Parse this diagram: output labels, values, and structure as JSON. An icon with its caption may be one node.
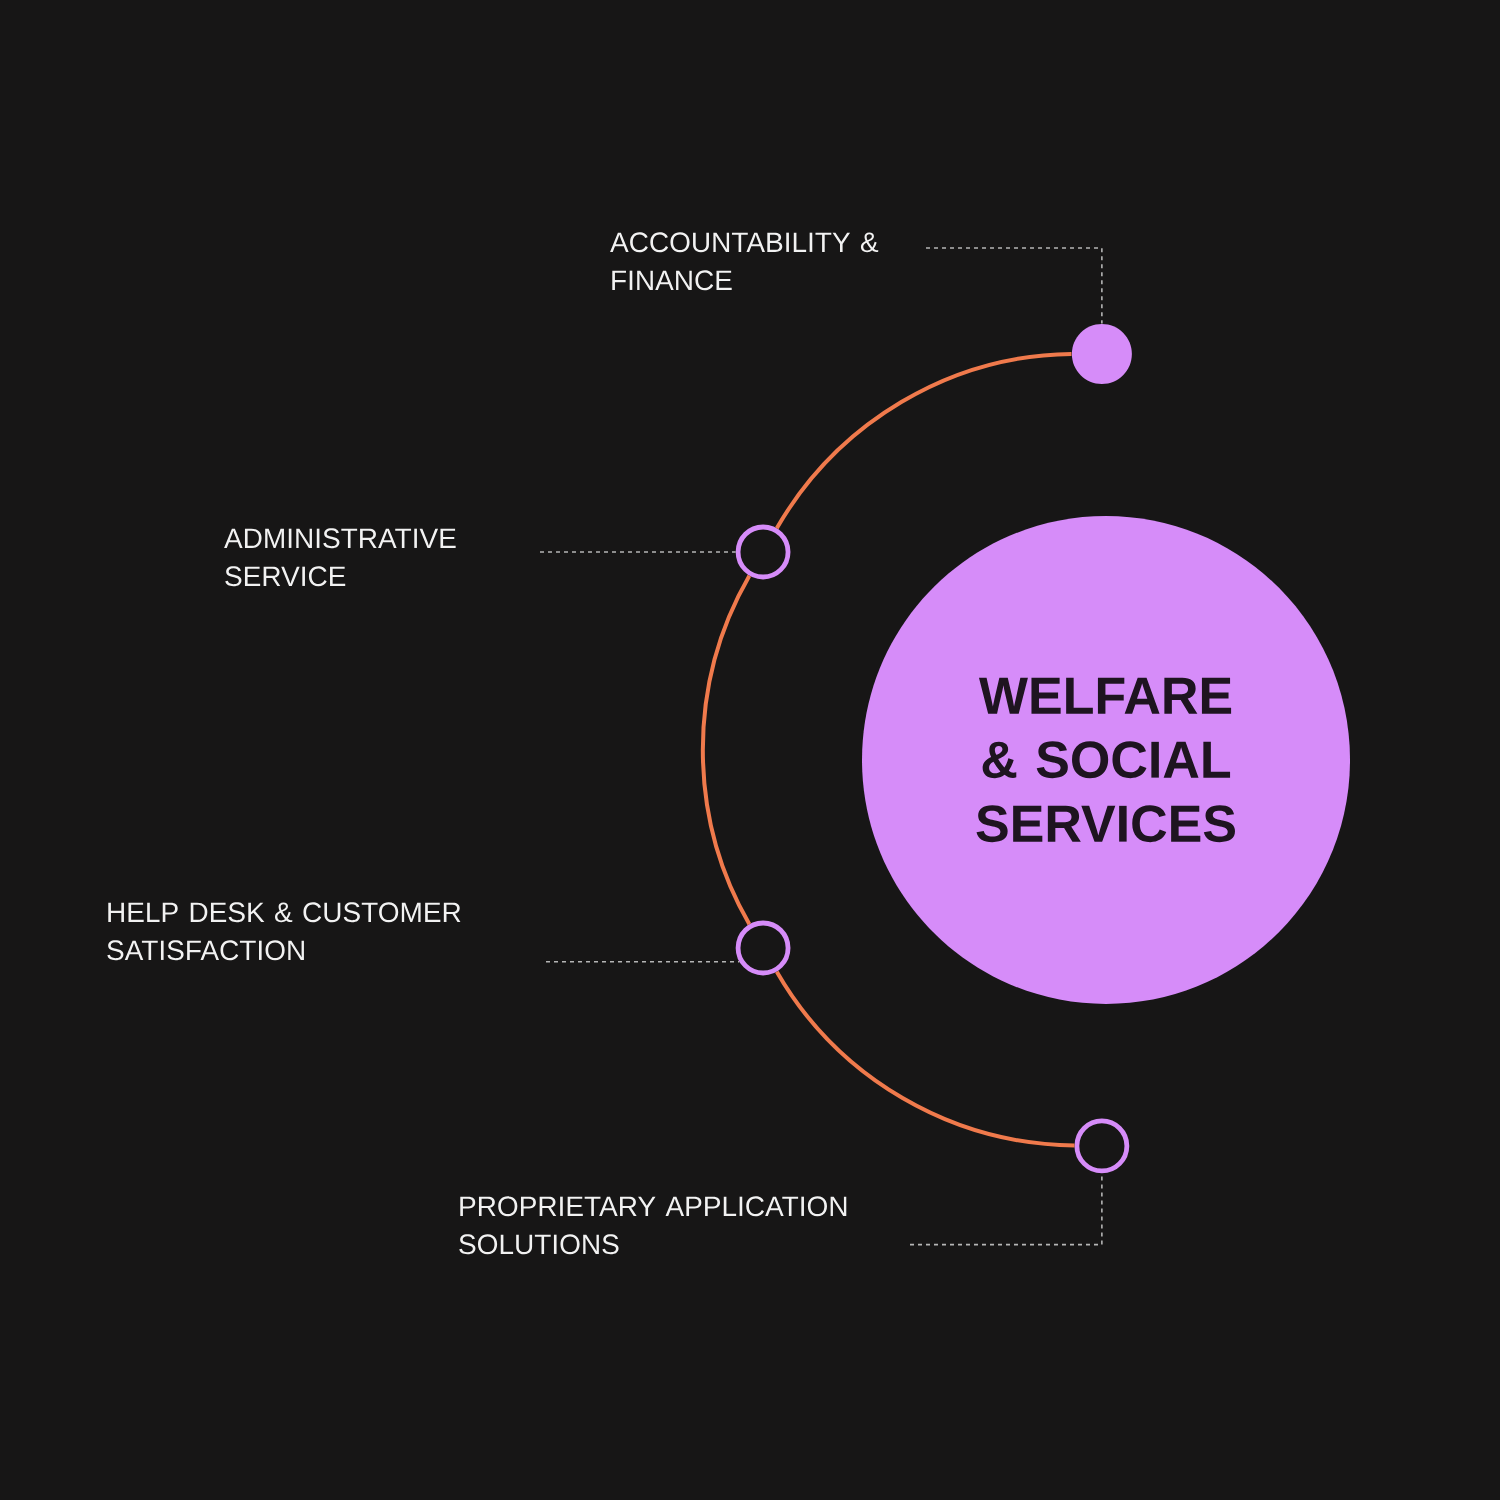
{
  "diagram": {
    "nodes": [
      {
        "text": [
          "ACCOUNTABILITY & FINANCE"
        ]
      },
      {
        "text": [],
        "shape": "circle"
      },
      {
        "text": [
          "ADMINISTRATIVE SERVICE"
        ]
      },
      {
        "text": [],
        "shape": "circle"
      },
      {
        "text": [
          "WELFARE & SOCIAL SERVICES"
        ]
      },
      {
        "text": [
          "HELP DESK & CUSTOMER SATISFACTION"
        ]
      },
      {
        "text": [],
        "shape": "circle"
      },
      {
        "text": [
          "PROPRIETARY APPLICATION SOLUTIONS"
        ]
      },
      {
        "text": [],
        "shape": "circle"
      }
    ],
    "edges": [
      {
        "from": 0,
        "to": 1,
        "arrow": "none",
        "style": "dashed"
      },
      {
        "from": 2,
        "to": 3,
        "arrow": "none",
        "style": "dashed"
      },
      {
        "from": 5,
        "to": 6,
        "arrow": "none",
        "style": "dashed"
      },
      {
        "from": 7,
        "to": 8,
        "arrow": "none",
        "style": "dashed"
      },
      {
        "from": 1,
        "to": 3,
        "arrow": "none",
        "color": "#f07a4c"
      },
      {
        "from": 3,
        "to": 6,
        "arrow": "none",
        "color": "#f07a4c"
      },
      {
        "from": 6,
        "to": 8,
        "arrow": "none",
        "color": "#f07a4c"
      }
    ]
  }
}
